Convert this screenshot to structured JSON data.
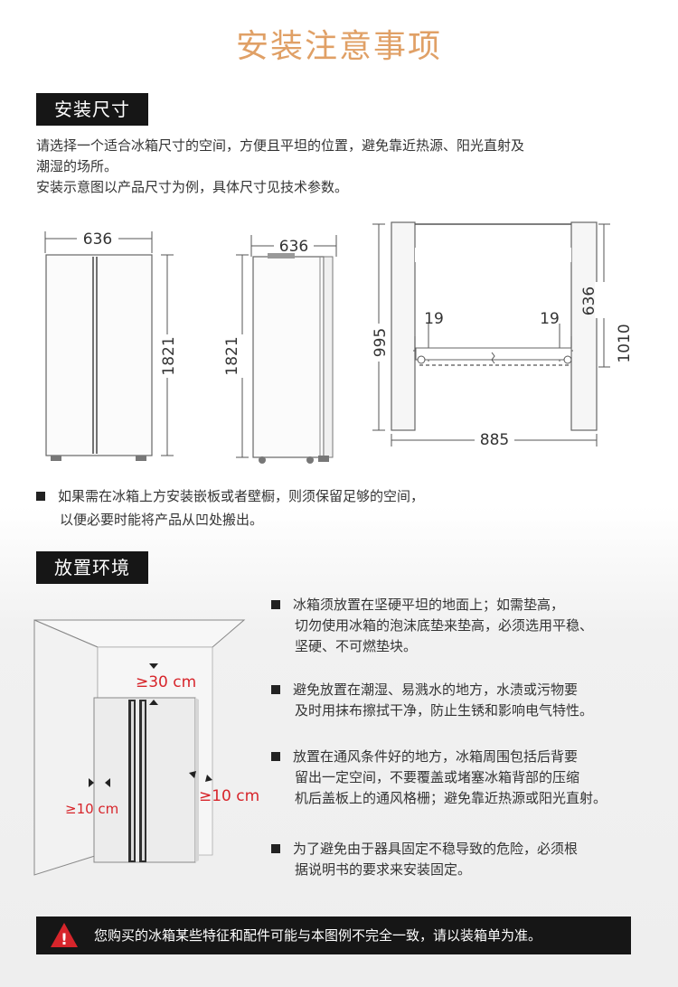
{
  "page": {
    "title": "安装注意事项"
  },
  "install_size": {
    "heading": "安装尺寸",
    "para_line1": "请选择一个适合冰箱尺寸的空间，方便且平坦的位置，避免靠近热源、阳光直射及",
    "para_line2": "潮湿的场所。",
    "para_line3": "安装示意图以产品尺寸为例，具体尺寸见技术参数。",
    "front": {
      "width": "636",
      "height": "1821"
    },
    "side": {
      "depth": "636",
      "height": "1821"
    },
    "top": {
      "height": "995",
      "total": "1010",
      "depth": "636",
      "gap_left": "19",
      "gap_right": "19",
      "width": "885"
    },
    "note_line1": "如果需在冰箱上方安装嵌板或者壁橱，则须保留足够的空间，",
    "note_line2": "以便必要时能将产品从凹处搬出。"
  },
  "environment": {
    "heading": "放置环境",
    "diagram": {
      "top_clearance": "≥30 cm",
      "left_clearance": "≥10 cm",
      "right_clearance": "≥10 cm"
    },
    "items": [
      {
        "lines": [
          "冰箱须放置在坚硬平坦的地面上；如需垫高，",
          "切勿使用冰箱的泡沫底垫来垫高，必须选用平稳、",
          "坚硬、不可燃垫块。"
        ]
      },
      {
        "lines": [
          "避免放置在潮湿、易溅水的地方，水渍或污物要",
          "及时用抹布擦拭干净，防止生锈和影响电气特性。"
        ]
      },
      {
        "lines": [
          "放置在通风条件好的地方，冰箱周围包括后背要",
          "留出一定空间，不要覆盖或堵塞冰箱背部的压缩",
          "机后盖板上的通风格栅；避免靠近热源或阳光直射。"
        ]
      },
      {
        "lines": [
          "为了避免由于器具固定不稳导致的危险，必须根",
          "据说明书的要求来安装固定。"
        ]
      }
    ]
  },
  "warning": {
    "icon_mark": "!",
    "text": "您购买的冰箱某些特征和配件可能与本图例不完全一致，请以装箱单为准。",
    "color": "#d7252b"
  }
}
